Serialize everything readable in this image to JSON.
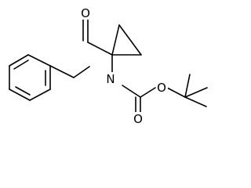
{
  "molecule": {
    "atoms": {
      "aldehyde_oxygen": "O",
      "amine_nitrogen": "N",
      "ester_oxygen": "O",
      "carbonyl_oxygen": "O"
    }
  },
  "colors": {
    "bond": "#000000",
    "background": "#ffffff",
    "label": "#000000"
  }
}
